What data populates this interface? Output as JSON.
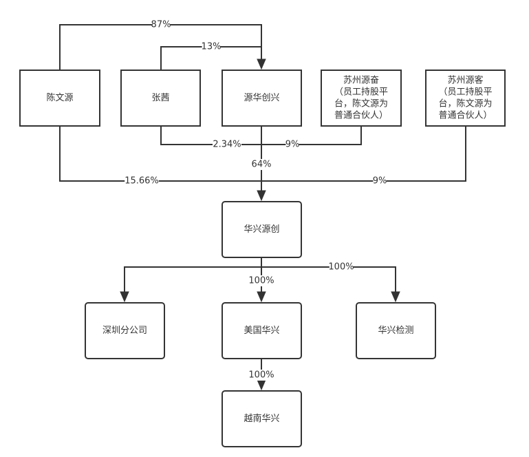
{
  "diagram": {
    "title": "",
    "nodes": [
      {
        "id": "chenwenyuan",
        "lines": [
          "陈文源"
        ]
      },
      {
        "id": "zhangqian",
        "lines": [
          "张茜"
        ]
      },
      {
        "id": "yuanhuachuangxing",
        "lines": [
          "源华创兴"
        ]
      },
      {
        "id": "suzhouyuanfen",
        "lines": [
          "苏州源奋",
          "（员工持股平",
          "台，陈文源为",
          "普通合伙人）"
        ]
      },
      {
        "id": "suzhouyuanke",
        "lines": [
          "苏州源客",
          "（员工持股平",
          "台，陈文源为",
          "普通合伙人）"
        ]
      },
      {
        "id": "huaxingyuanchuang",
        "lines": [
          "华兴源创"
        ]
      },
      {
        "id": "shenzhen_branch",
        "lines": [
          "深圳分公司"
        ]
      },
      {
        "id": "meiguo_huaxing",
        "lines": [
          "美国华兴"
        ]
      },
      {
        "id": "huaxing_jiance",
        "lines": [
          "华兴检测"
        ]
      },
      {
        "id": "yuenan_huaxing",
        "lines": [
          "越南华兴"
        ]
      }
    ],
    "edges": [
      {
        "from": "chenwenyuan",
        "to": "yuanhuachuangxing",
        "label": "87%"
      },
      {
        "from": "zhangqian",
        "to": "yuanhuachuangxing",
        "label": "13%"
      },
      {
        "from": "zhangqian",
        "to": "huaxingyuanchuang",
        "label": "2.34%"
      },
      {
        "from": "suzhouyuanfen",
        "to": "huaxingyuanchuang",
        "label": "9%"
      },
      {
        "from": "yuanhuachuangxing",
        "to": "huaxingyuanchuang",
        "label": "64%"
      },
      {
        "from": "chenwenyuan",
        "to": "huaxingyuanchuang",
        "label": "15.66%"
      },
      {
        "from": "suzhouyuanke",
        "to": "huaxingyuanchuang",
        "label": "9%"
      },
      {
        "from": "huaxingyuanchuang",
        "to": "shenzhen_branch",
        "label": ""
      },
      {
        "from": "huaxingyuanchuang",
        "to": "meiguo_huaxing",
        "label": "100%"
      },
      {
        "from": "huaxingyuanchuang",
        "to": "huaxing_jiance",
        "label": "100%"
      },
      {
        "from": "meiguo_huaxing",
        "to": "yuenan_huaxing",
        "label": "100%"
      }
    ],
    "colors": {
      "line": "#333333",
      "text": "#333333",
      "node_fill": "#ffffff"
    }
  }
}
